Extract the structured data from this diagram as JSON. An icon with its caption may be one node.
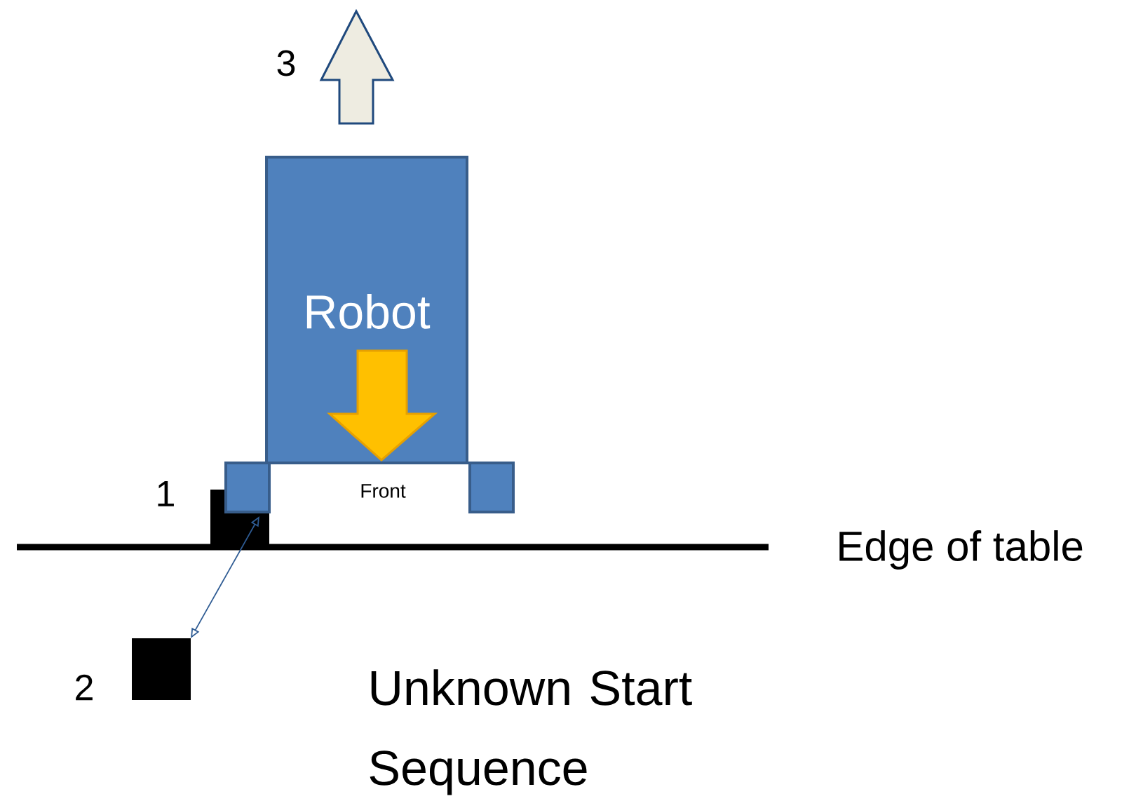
{
  "diagram": {
    "nodes": [
      {
        "text": [
          "Robot"
        ]
      },
      {
        "text": [],
        "shape": "box"
      },
      {
        "text": [],
        "shape": "box"
      },
      {
        "text": [],
        "shape": "box"
      },
      {
        "text": [],
        "shape": "box"
      }
    ],
    "edges": [
      {
        "from": 4,
        "to": 3,
        "arrow": "both"
      }
    ],
    "labels": [
      "3",
      "1",
      "Front",
      "Edge of table",
      "2",
      "Unknown Start Sequence"
    ]
  }
}
